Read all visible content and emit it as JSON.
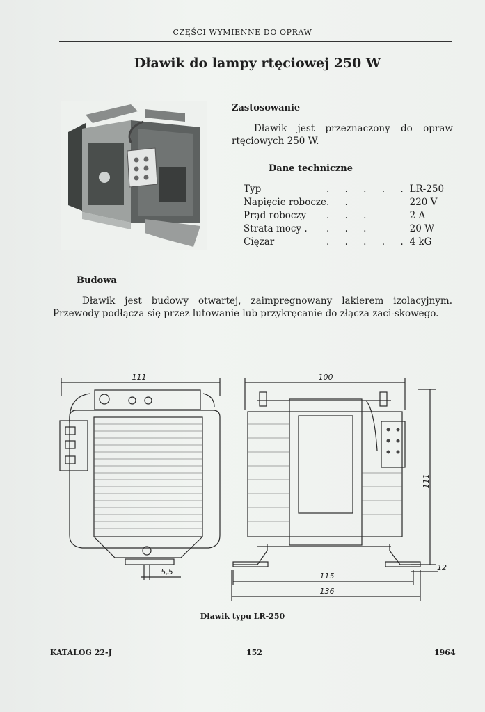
{
  "header": {
    "section_title": "CZĘŚCI WYMIENNE DO OPRAW"
  },
  "title": "Dławik do lampy rtęciowej 250 W",
  "zastosowanie": {
    "heading": "Zastosowanie",
    "text": "Dławik jest przeznaczony do opraw rtęciowych 250 W."
  },
  "dane": {
    "heading": "Dane techniczne",
    "rows": [
      {
        "label": "Typ",
        "dots": ". . . . .",
        "value": "LR-250"
      },
      {
        "label": "Napięcie robocze",
        "dots": ". .",
        "value": "220 V"
      },
      {
        "label": "Prąd roboczy",
        "dots": ". . .",
        "value": "2 A"
      },
      {
        "label": "Strata mocy .",
        "dots": ". . .",
        "value": "20 W"
      },
      {
        "label": "Ciężar",
        "dots": ". . . . .",
        "value": "4 kG"
      }
    ]
  },
  "budowa": {
    "heading": "Budowa",
    "text": "Dławik jest budowy otwartej, zaimpregnowany lakierem izolacyjnym. Przewody podłącza się przez lutowanie lub przykręcanie do złącza zaci-skowego."
  },
  "drawing": {
    "dims": {
      "w_front": "111",
      "w_side": "100",
      "h_side": "111",
      "d_screw": "5,5",
      "base_inner": "115",
      "base_outer": "136",
      "foot": "12"
    },
    "caption": "Dławik typu LR-250"
  },
  "footer": {
    "catalog": "KATALOG 22-J",
    "page": "152",
    "year": "1964"
  }
}
